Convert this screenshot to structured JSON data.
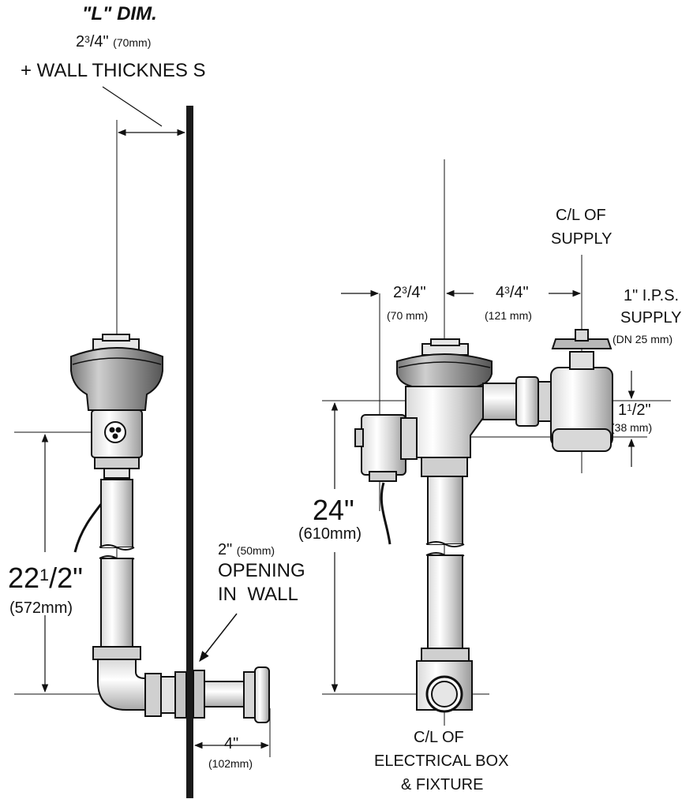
{
  "labels": {
    "l_dim_title": "\"L\" DIM.",
    "l_dim_whole": "2",
    "l_dim_frac": "3",
    "l_dim_denom": "/4\"",
    "l_dim_mm": "(70mm)",
    "wall_thickness": "+ WALL THICKNES S",
    "left_height_whole": "22",
    "left_height_frac": "1",
    "left_height_denom": "/2\"",
    "left_height_mm": "(572mm)",
    "opening_size": "2\"",
    "opening_mm": "(50mm)",
    "opening_line1": "OPENING",
    "opening_line2": "IN  WALL",
    "projection_in": "4\"",
    "projection_mm": "(102mm)",
    "supply_cl_line1": "C/L OF",
    "supply_cl_line2": "SUPPLY",
    "offset_a_whole": "2",
    "offset_a_frac": "3",
    "offset_a_denom": "/4\"",
    "offset_a_mm": "(70 mm)",
    "offset_b_whole": "4",
    "offset_b_frac": "3",
    "offset_b_denom": "/4\"",
    "offset_b_mm": "(121 mm)",
    "ips_line1": "1\" I.P.S.",
    "ips_line2": "SUPPLY",
    "ips_mm": "(DN 25 mm)",
    "valve_rise_whole": "1",
    "valve_rise_frac": "1",
    "valve_rise_denom": "/2\"",
    "valve_rise_mm": "(38 mm)",
    "right_height": "24\"",
    "right_height_mm": "(610mm)",
    "fixture_cl_line1": "C/L OF",
    "fixture_cl_line2": "ELECTRICAL BOX",
    "fixture_cl_line3": "& FIXTURE"
  },
  "colors": {
    "ink": "#111111",
    "wall": "#1a1a1a",
    "fill_light": "#f4f4f4",
    "fill_mid": "#dcdcdc",
    "fill_dark": "#b5b5b5"
  }
}
